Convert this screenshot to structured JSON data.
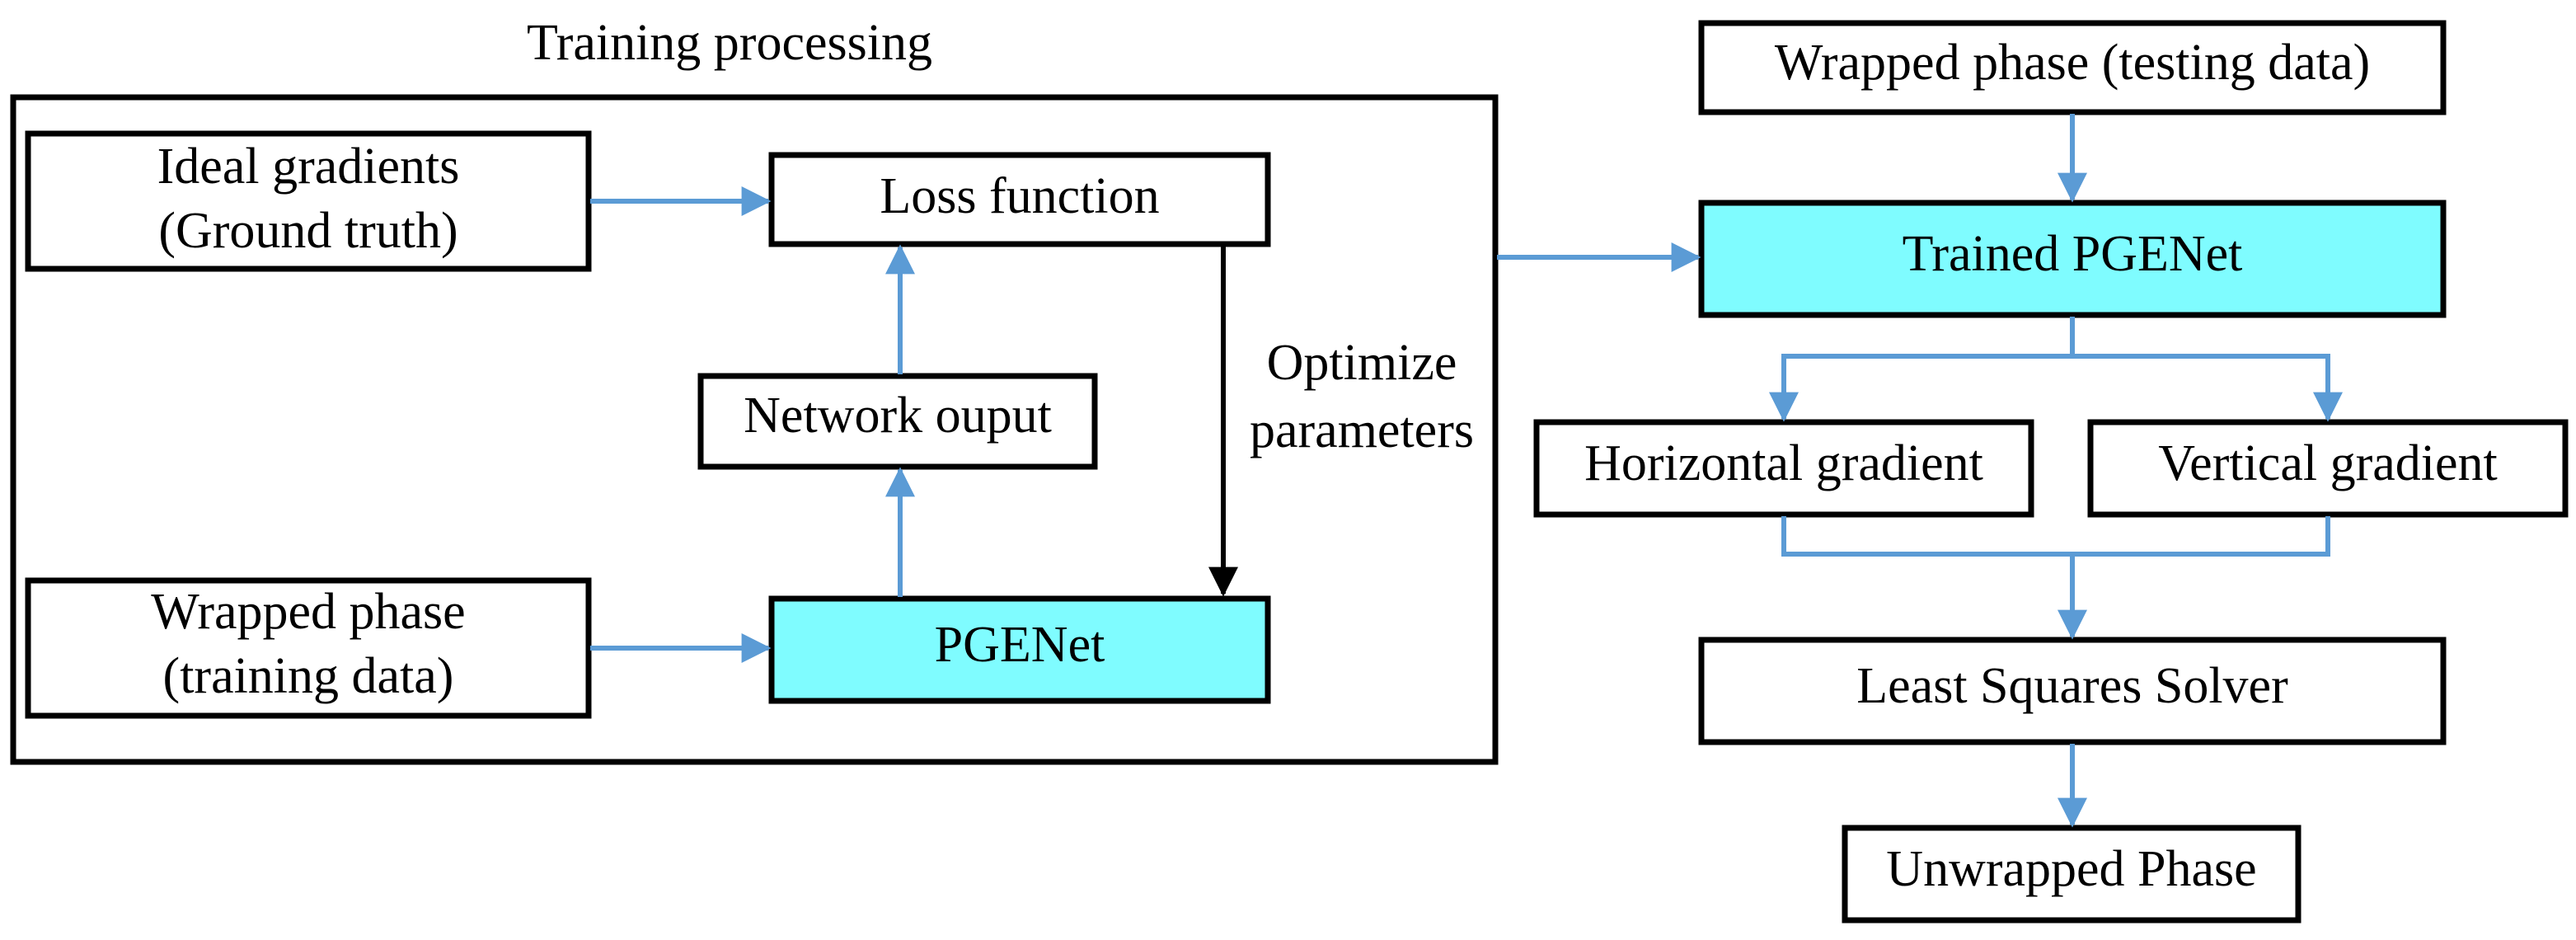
{
  "colors": {
    "arrow_blue": "#5b9bd5",
    "box_cyan": "#7ffcff",
    "outline": "#000000"
  },
  "training": {
    "title": "Training processing",
    "ideal_gradients": {
      "line1": "Ideal gradients",
      "line2": "(Ground truth)"
    },
    "loss_function": "Loss function",
    "network_output": "Network ouput",
    "optimize": {
      "line1": "Optimize",
      "line2": "parameters"
    },
    "wrapped_phase_training": {
      "line1": "Wrapped phase",
      "line2": "(training data)"
    },
    "pgenet": "PGENet"
  },
  "testing": {
    "wrapped_phase_testing": "Wrapped phase (testing data)",
    "trained_pgenet": "Trained PGENet",
    "horizontal_gradient": "Horizontal gradient",
    "vertical_gradient": "Vertical gradient",
    "least_squares": "Least Squares Solver",
    "unwrapped_phase": "Unwrapped Phase"
  }
}
